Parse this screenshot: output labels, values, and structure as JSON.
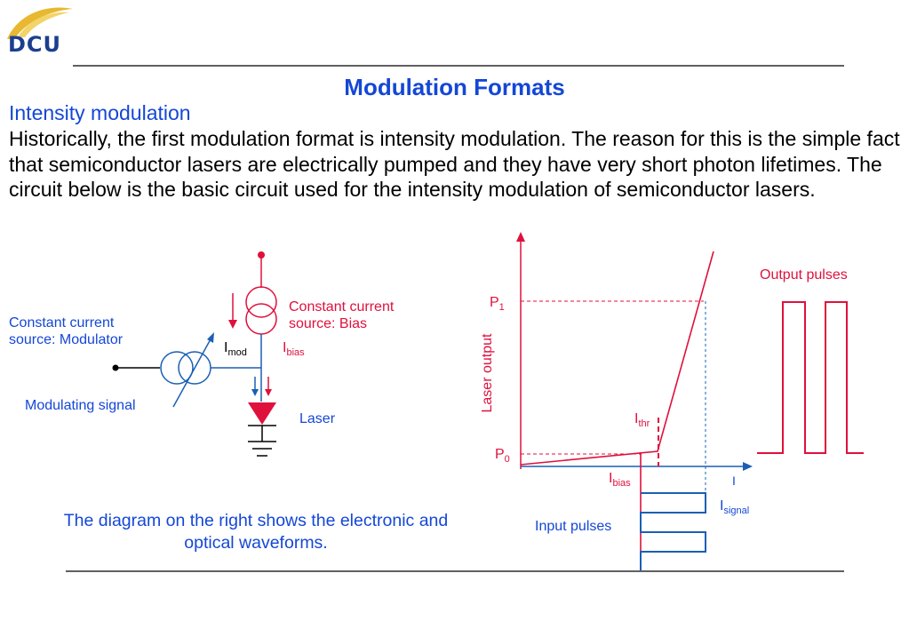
{
  "logo": {
    "text": "DCU"
  },
  "title": "Modulation Formats",
  "subtitle": "Intensity modulation",
  "paragraph": "Historically, the first modulation format is intensity modulation. The reason for this is the simple fact that semiconductor lasers are electrically pumped and they have very short photon lifetimes. The circuit below is the basic circuit used for the intensity modulation of semiconductor lasers.",
  "caption": "The diagram on the right shows the electronic and optical waveforms.",
  "circuit": {
    "bias_source_line1": "Constant current",
    "bias_source_line2": "source: Bias",
    "mod_source_line1": "Constant current",
    "mod_source_line2": "source:  Modulator",
    "modulating_signal": "Modulating signal",
    "laser": "Laser",
    "i_mod_main": "I",
    "i_mod_sub": "mod",
    "i_bias_main": "I",
    "i_bias_sub": "bias"
  },
  "waveform": {
    "y_axis_label": "Laser output",
    "x_axis_label": "I",
    "p1_main": "P",
    "p1_sub": "1",
    "p0_main": "P",
    "p0_sub": "0",
    "i_thr_main": "I",
    "i_thr_sub": "thr",
    "i_bias_main": "I",
    "i_bias_sub": "bias",
    "i_signal_main": "I",
    "i_signal_sub": "signal",
    "output_pulses": "Output pulses",
    "input_pulses": "Input pulses"
  },
  "colors": {
    "title_blue": "#1447d6",
    "circuit_blue": "#1a5fb4",
    "red": "#e0103c",
    "logo_gold": "#e8b830",
    "logo_blue": "#1b3f8f"
  }
}
